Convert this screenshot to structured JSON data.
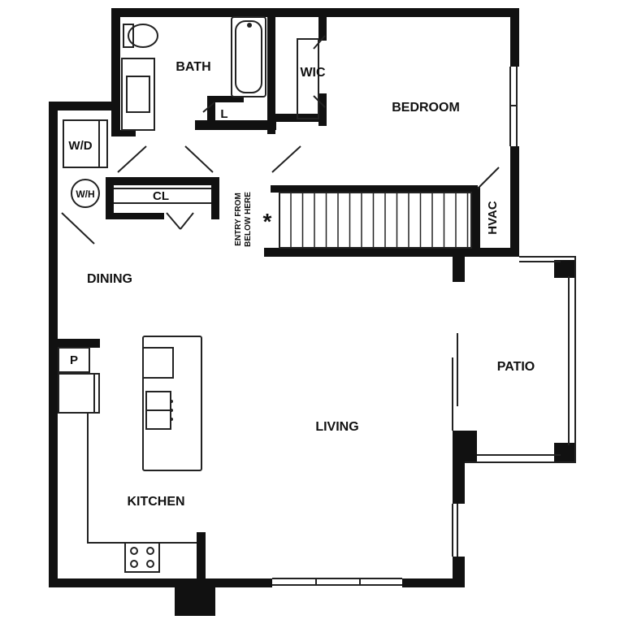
{
  "rooms": {
    "bath": "BATH",
    "wic": "WIC",
    "bedroom": "BEDROOM",
    "laundry_l": "L",
    "wd": "W/D",
    "wh": "W/H",
    "closet": "CL",
    "dining": "DINING",
    "hvac": "HVAC",
    "patio": "PATIO",
    "pantry": "P",
    "living": "LIVING",
    "kitchen": "KITCHEN"
  },
  "entry": {
    "line1": "ENTRY FROM",
    "line2": "BELOW HERE",
    "marker": "*"
  },
  "colors": {
    "wall": "#111111",
    "background": "#ffffff",
    "fixture_stroke": "#222222"
  }
}
